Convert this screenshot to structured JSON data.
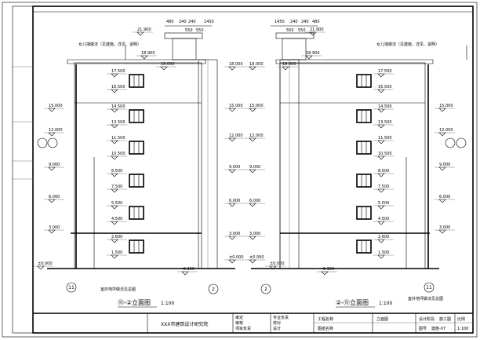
{
  "left_title": {
    "label": "⑪-②立面图",
    "scale": "1:100"
  },
  "right_title": {
    "label": "②-⑪立面图",
    "scale": "1:100"
  },
  "axis_labels": {
    "left_outer": "11",
    "left_inner": "2",
    "right_inner": "2",
    "right_outer": "11"
  },
  "roof_note_left": "女儿墙做法（见建施，详见、说明）",
  "roof_note_right": "女儿墙做法（见建施，详见、说明）",
  "ground_note_left": "室外地坪做法见总图",
  "ground_note_right": "室外地坪做法见总图",
  "dims_top_left": [
    "480",
    "240",
    "240",
    "1450",
    "550",
    "550"
  ],
  "dims_top_right": [
    "1450",
    "240",
    "240",
    "480",
    "550",
    "550"
  ],
  "elevations_left": [
    "18.000",
    "15.000",
    "12.000",
    "9.000",
    "6.000",
    "3.000",
    "±0.000",
    "-0.150",
    "21.900",
    "18.900"
  ],
  "elevations_right": [
    "18.000",
    "15.000",
    "12.000",
    "9.000",
    "6.000",
    "3.000",
    "±0.000",
    "-0.150",
    "21.900",
    "18.900"
  ],
  "window_levels_left": [
    "17.500",
    "16.500",
    "14.500",
    "13.500",
    "11.500",
    "10.500",
    "8.500",
    "7.500",
    "5.500",
    "4.500",
    "2.600",
    "1.500"
  ],
  "window_levels_right": [
    "17.500",
    "16.500",
    "14.500",
    "13.500",
    "11.500",
    "10.500",
    "8.500",
    "7.500",
    "5.500",
    "4.500",
    "2.600",
    "1.500"
  ],
  "title_block": {
    "institute": "XXX市建筑设计研究院",
    "project_label": "工程名称",
    "drawing_label": "图纸名称",
    "drawing_name": "立面图",
    "stage_label": "设计阶段",
    "stage_value": "施工图",
    "number_label": "图号",
    "number_value": "建施-07",
    "scale_label": "比例",
    "scale_value": "1:100",
    "roles": [
      "审定",
      "审核",
      "项目负责",
      "专业负责",
      "校对",
      "设计"
    ]
  }
}
